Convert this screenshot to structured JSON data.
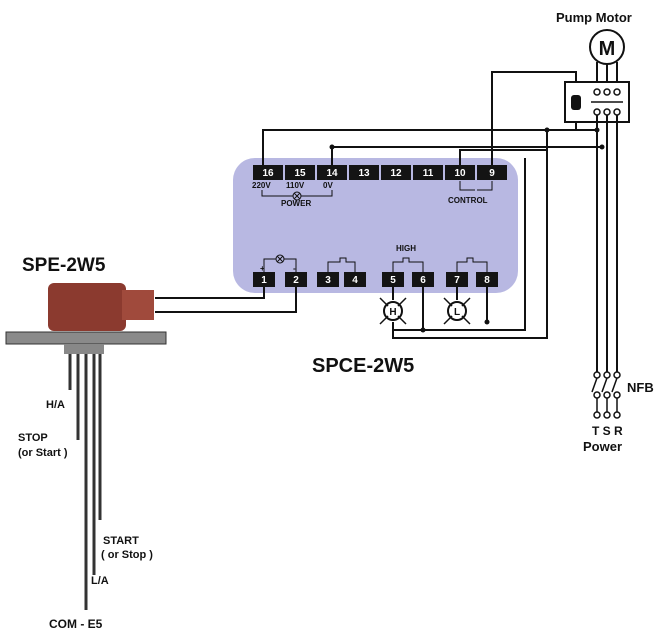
{
  "labels": {
    "pump_motor": "Pump Motor",
    "motor_symbol": "M",
    "nfb": "NFB",
    "phases": "T S R",
    "power_source": "Power",
    "sensor_name": "SPE-2W5",
    "controller_name": "SPCE-2W5",
    "probe_com": "COM - E5",
    "probe_ha": "H/A",
    "probe_stop": "STOP",
    "probe_stop_alt": "(or Start )",
    "probe_start": "START",
    "probe_start_alt": "( or Stop )",
    "probe_la": "L/A",
    "v220": "220V",
    "v110": "110V",
    "v0": "0V",
    "power": "POWER",
    "control": "CONTROL",
    "high": "HIGH",
    "lamp_h": "H",
    "lamp_l": "L",
    "plus": "+",
    "minus": "-"
  },
  "terminals": {
    "top": [
      "16",
      "15",
      "14",
      "13",
      "12",
      "11",
      "10",
      "9"
    ],
    "bottom": [
      "1",
      "2",
      "3",
      "4",
      "5",
      "6",
      "7",
      "8"
    ]
  },
  "colors": {
    "panel": "#b8b8e2",
    "terminal": "#141414",
    "sensor": "#8b3a2f",
    "wire": "#111111",
    "mount": "#8a8a8a"
  }
}
